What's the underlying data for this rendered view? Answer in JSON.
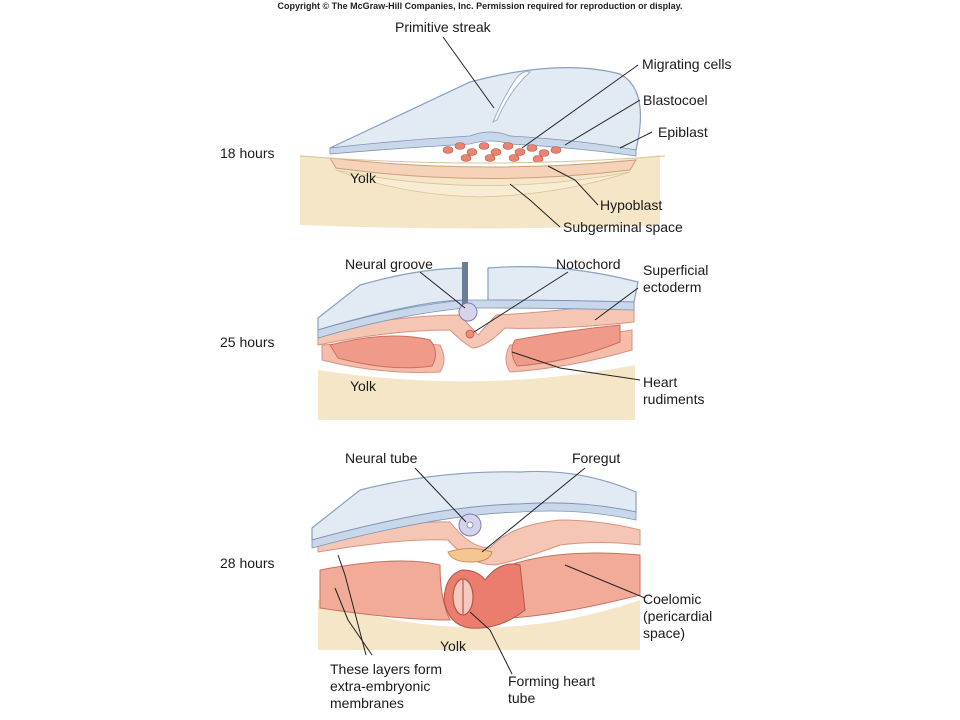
{
  "copyright": "Copyright © The McGraw-Hill Companies, Inc. Permission required for reproduction or display.",
  "colors": {
    "epiblast_blue": "#dfe8f2",
    "epiblast_edge": "#8aa0bd",
    "tissue_pink": "#f2b7a6",
    "tissue_dark": "#de8f7d",
    "yolk": "#f2e2bd",
    "cell_red": "#e07a6c"
  },
  "panels": [
    {
      "time": "18 hours",
      "labels": {
        "primitive_streak": "Primitive streak",
        "migrating_cells": "Migrating cells",
        "blastocoel": "Blastocoel",
        "epiblast": "Epiblast",
        "yolk": "Yolk",
        "hypoblast": "Hypoblast",
        "subgerminal_space": "Subgerminal space"
      }
    },
    {
      "time": "25 hours",
      "labels": {
        "neural_groove": "Neural groove",
        "notochord": "Notochord",
        "superficial_ectoderm_1": "Superficial",
        "superficial_ectoderm_2": "ectoderm",
        "yolk": "Yolk",
        "heart_rudiments_1": "Heart",
        "heart_rudiments_2": "rudiments"
      }
    },
    {
      "time": "28 hours",
      "labels": {
        "neural_tube": "Neural tube",
        "foregut": "Foregut",
        "coelomic_1": "Coelomic",
        "coelomic_2": "(pericardial",
        "coelomic_3": "space)",
        "yolk": "Yolk",
        "extra_1": "These layers form",
        "extra_2": "extra-embryonic",
        "extra_3": "membranes",
        "forming_heart_1": "Forming heart",
        "forming_heart_2": "tube"
      }
    }
  ]
}
